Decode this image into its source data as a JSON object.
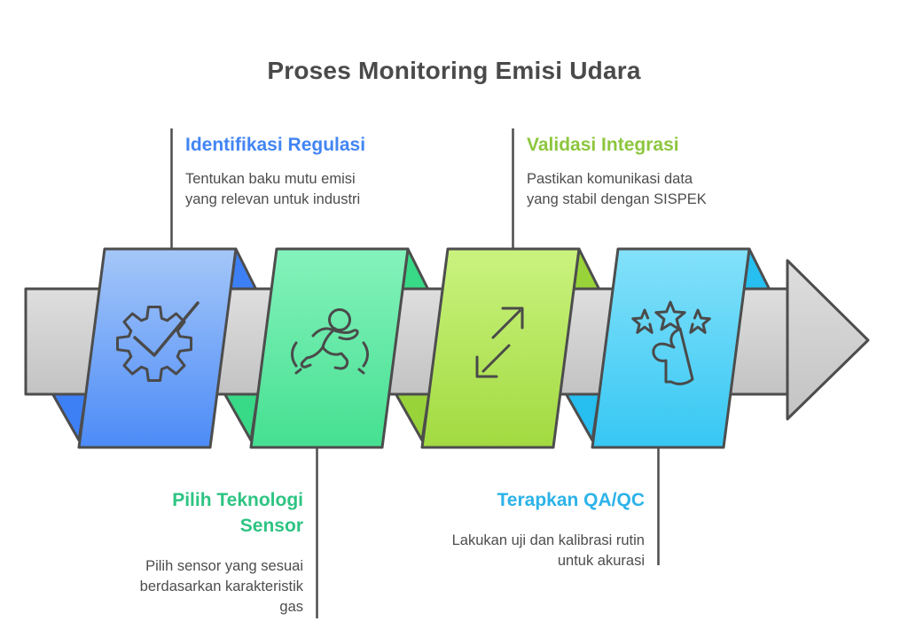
{
  "title": "Proses Monitoring Emisi Udara",
  "steps": [
    {
      "id": 1,
      "heading": "Identifikasi Regulasi",
      "description": "Tentukan baku mutu emisi yang relevan untuk industri",
      "accent_color": "#4285f4",
      "ribbon_color_top": "#a5c7f8",
      "ribbon_color_bottom": "#4c8bf7",
      "fold_color": "#3d80f6",
      "icon": "gear-check-icon",
      "label_position": "top-left"
    },
    {
      "id": 2,
      "heading": "Pilih Teknologi Sensor",
      "description": "Pilih sensor yang sesuai berdasarkan karakteristik gas",
      "accent_color": "#2ec483",
      "ribbon_color_top": "#85f2bc",
      "ribbon_color_bottom": "#45e091",
      "fold_color": "#38d987",
      "icon": "runner-icon",
      "label_position": "bottom-left"
    },
    {
      "id": 3,
      "heading": "Validasi Integrasi",
      "description": "Pastikan komunikasi data yang stabil dengan SISPEK",
      "accent_color": "#8cc63e",
      "ribbon_color_top": "#caf37f",
      "ribbon_color_bottom": "#a2da40",
      "fold_color": "#99d33a",
      "icon": "expand-arrows-icon",
      "label_position": "top-right"
    },
    {
      "id": 4,
      "heading": "Terapkan QA/QC",
      "description": "Lakukan uji dan kalibrasi rutin untuk akurasi",
      "accent_color": "#2cb3e8",
      "ribbon_color_top": "#84e1fa",
      "ribbon_color_bottom": "#36c7f3",
      "fold_color": "#27bef0",
      "icon": "stars-thumb-icon",
      "label_position": "bottom-right"
    }
  ],
  "arrow": {
    "direction": "right",
    "fill_top": "#dedede",
    "fill_bottom": "#c5c5c5",
    "outline_color": "#4d4d4d"
  },
  "text_colors": {
    "title": "#4a4a4a",
    "body": "#4d4d4d"
  }
}
